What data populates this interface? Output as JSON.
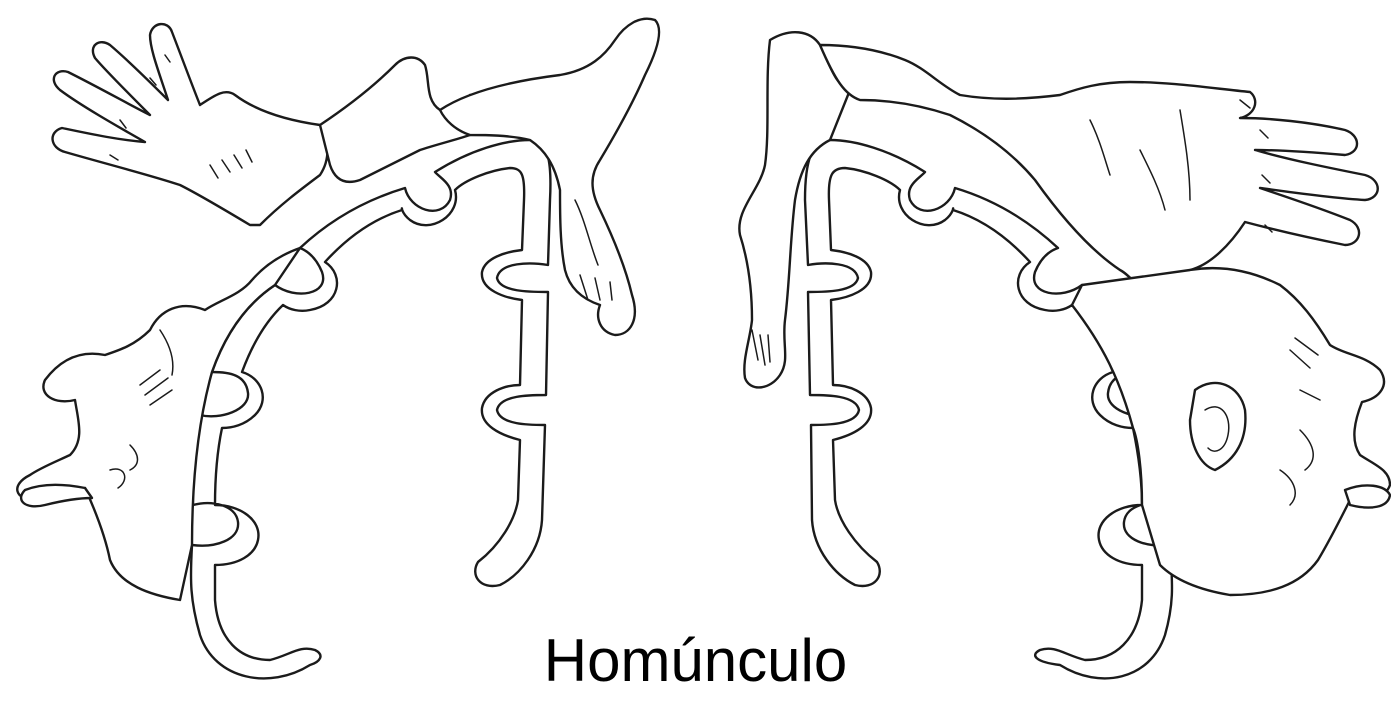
{
  "caption": "Homúnculo",
  "colors": {
    "left_cortex": "#f4c3bd",
    "right_cortex": "#d8c8c6",
    "outline": "#1b1b1b",
    "background": "#ffffff"
  },
  "figures": {
    "left": {
      "hemisphere": "left-cortex-strip",
      "body_parts": [
        "hand",
        "arm",
        "trunk",
        "leg",
        "foot",
        "face",
        "tongue"
      ]
    },
    "right": {
      "hemisphere": "right-cortex-strip",
      "body_parts": [
        "hand",
        "arm",
        "trunk",
        "leg",
        "foot",
        "face",
        "ear",
        "tongue"
      ]
    }
  }
}
